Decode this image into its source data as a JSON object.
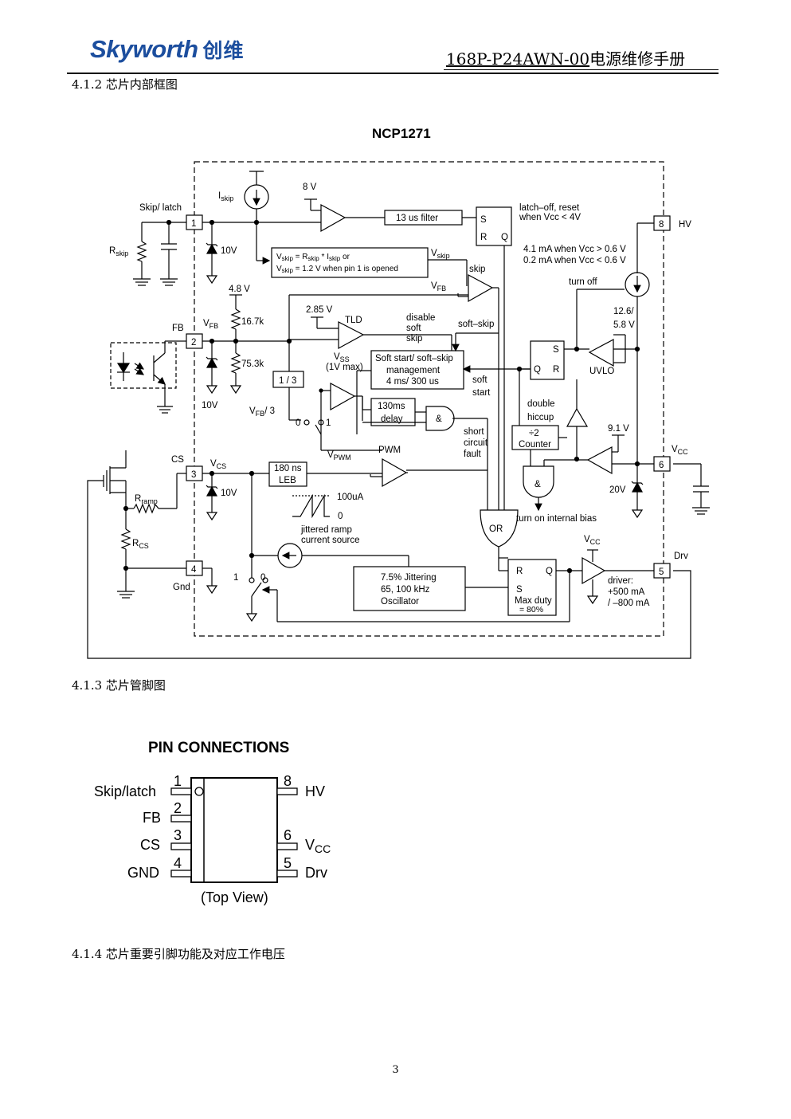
{
  "header": {
    "logo_en": "Skyworth",
    "logo_cn": "创维",
    "doc_code": "168P-P24AWN-00",
    "doc_title": "电源维修手册"
  },
  "sections": {
    "block_diagram": "4.1.2 芯片内部框图",
    "pin_diagram": "4.1.3 芯片管脚图",
    "pin_function": "4.1.4 芯片重要引脚功能及对应工作电压"
  },
  "block_diagram": {
    "title": "NCP1271",
    "pins": {
      "p1": "1",
      "p2": "2",
      "p3": "3",
      "p4": "4",
      "p5": "5",
      "p6": "6",
      "p8": "8"
    },
    "labels": {
      "skip_latch": "Skip/ latch",
      "rskip": "R",
      "rskip_sub": "skip",
      "iskip": "I",
      "iskip_sub": "skip",
      "v8": "8 V",
      "filter13": "13 us filter",
      "latch_off1": "latch–off, reset",
      "latch_off2": "when Vcc < 4V",
      "hv": "HV",
      "z10a": "10V",
      "vskip_formula1": "V",
      "vskip_formula1b": "skip",
      "vskip_formula1c": " = R",
      "vskip_formula1d": "skip",
      "vskip_formula1e": " * I",
      "vskip_formula1f": "skip",
      "vskip_formula1g": " or",
      "vskip_formula2": "V",
      "vskip_formula2b": "skip",
      "vskip_formula2c": " = 1.2 V when pin 1 is opened",
      "vskip": "V",
      "vskip_sub": "skip",
      "skip": "skip",
      "ma41": "4.1 mA when Vcc > 0.6 V",
      "ma02": "0.2 mA when Vcc < 0.6 V",
      "v48": "4.8 V",
      "vfb_top": "V",
      "vfb_top_sub": "FB",
      "turnoff": "turn off",
      "v285": "2.85 V",
      "tld": "TLD",
      "disable1": "disable",
      "disable2": "soft",
      "disable3": "skip",
      "softskip": "soft–skip",
      "v126": "12.6/",
      "v58": "5.8 V",
      "fb": "FB",
      "vfb": "V",
      "vfb_sub": "FB",
      "r167": "16.7k",
      "r753": "75.3k",
      "vss": "V",
      "vss_sub": "SS",
      "vss_max": "(1V max)",
      "ss1": "Soft start/ soft–skip",
      "ss2": "management",
      "ss3": "4 ms/ 300 us",
      "s_lbl": "S",
      "q_lbl": "Q",
      "r_lbl": "R",
      "uvlo": "UVLO",
      "div13": "1 / 3",
      "softstart1": "soft",
      "softstart2": "start",
      "z10b": "10V",
      "vfb3": "V",
      "vfb3_sub": "FB",
      "vfb3_tail": "/ 3",
      "delay1": "130ms",
      "delay2": "delay",
      "and": "&",
      "double1": "double",
      "double2": "hiccup",
      "sw0": "0",
      "sw1": "1",
      "div2": "÷2",
      "counter": "Counter",
      "v91": "9.1 V",
      "vpwm": "V",
      "vpwm_sub": "PWM",
      "pwm": "PWM",
      "short1": "short",
      "short2": "circuit",
      "short3": "fault",
      "cs": "CS",
      "vcs": "V",
      "vcs_sub": "CS",
      "leb1": "180 ns",
      "leb2": "LEB",
      "vcc": "V",
      "vcc_sub": "CC",
      "z20": "20V",
      "rramp": "R",
      "rramp_sub": "ramp",
      "z10c": "10V",
      "ua100": "100uA",
      "zero": "0",
      "or": "OR",
      "bias": "turn on internal bias",
      "jit1": "jittered ramp",
      "jit2": "current source",
      "rcs": "R",
      "rcs_sub": "CS",
      "vcc2": "V",
      "vcc2_sub": "CC",
      "drv": "Drv",
      "osc1": "7.5% Jittering",
      "osc2": "65, 100 kHz",
      "osc3": "Oscillator",
      "rs_r": "R",
      "rs_q": "Q",
      "rs_s": "S",
      "maxduty1": "Max duty",
      "maxduty2": "= 80%",
      "driver1": "driver:",
      "driver2": "+500 mA",
      "driver3": "/ –800 mA",
      "gnd": "Gnd",
      "sw1b": "1",
      "sw0b": "0"
    }
  },
  "pin_connections": {
    "title": "PIN CONNECTIONS",
    "left": [
      {
        "num": "1",
        "name": "Skip/latch"
      },
      {
        "num": "2",
        "name": "FB"
      },
      {
        "num": "3",
        "name": "CS"
      },
      {
        "num": "4",
        "name": "GND"
      }
    ],
    "right": [
      {
        "num": "8",
        "name": "HV"
      },
      {
        "num": "6",
        "name": "V",
        "sub": "CC"
      },
      {
        "num": "5",
        "name": "Drv"
      }
    ],
    "caption": "(Top View)"
  },
  "page_number": "3"
}
